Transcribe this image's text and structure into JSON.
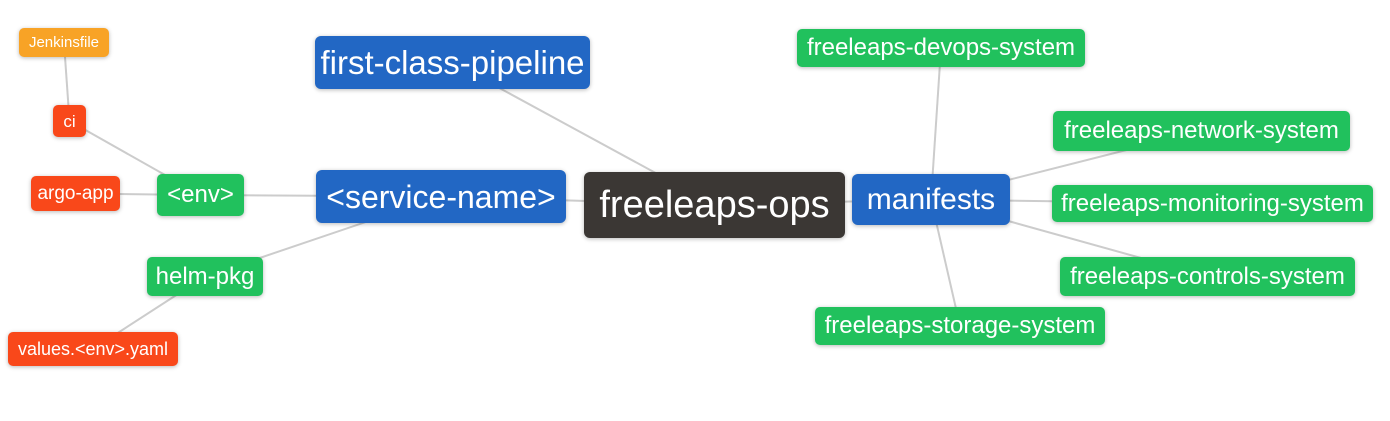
{
  "palette": {
    "blue": "#2267c4",
    "green": "#21c15d",
    "red": "#f9481a",
    "orange": "#f8a326",
    "dark": "#3b3734",
    "edge": "#cccccc",
    "text": "#ffffff",
    "background": "#ffffff"
  },
  "diagram": {
    "title": "freeleaps-ops mind map",
    "nodes": [
      {
        "id": "jenkinsfile",
        "label": "Jenkinsfile",
        "color": "orange"
      },
      {
        "id": "ci",
        "label": "ci",
        "color": "red"
      },
      {
        "id": "argo-app",
        "label": "argo-app",
        "color": "red"
      },
      {
        "id": "env",
        "label": "<env>",
        "color": "green"
      },
      {
        "id": "helm-pkg",
        "label": "helm-pkg",
        "color": "green"
      },
      {
        "id": "values-env-yaml",
        "label": "values.<env>.yaml",
        "color": "red"
      },
      {
        "id": "first-class-pipeline",
        "label": "first-class-pipeline",
        "color": "blue"
      },
      {
        "id": "service-name",
        "label": "<service-name>",
        "color": "blue"
      },
      {
        "id": "freeleaps-ops",
        "label": "freeleaps-ops",
        "color": "dark"
      },
      {
        "id": "manifests",
        "label": "manifests",
        "color": "blue"
      },
      {
        "id": "freeleaps-devops-system",
        "label": "freeleaps-devops-system",
        "color": "green"
      },
      {
        "id": "freeleaps-network-system",
        "label": "freeleaps-network-system",
        "color": "green"
      },
      {
        "id": "freeleaps-monitoring-system",
        "label": "freeleaps-monitoring-system",
        "color": "green"
      },
      {
        "id": "freeleaps-controls-system",
        "label": "freeleaps-controls-system",
        "color": "green"
      },
      {
        "id": "freeleaps-storage-system",
        "label": "freeleaps-storage-system",
        "color": "green"
      }
    ],
    "edges": [
      [
        "jenkinsfile",
        "ci"
      ],
      [
        "ci",
        "env"
      ],
      [
        "argo-app",
        "env"
      ],
      [
        "env",
        "service-name"
      ],
      [
        "helm-pkg",
        "service-name"
      ],
      [
        "values-env-yaml",
        "helm-pkg"
      ],
      [
        "first-class-pipeline",
        "freeleaps-ops"
      ],
      [
        "service-name",
        "freeleaps-ops"
      ],
      [
        "freeleaps-ops",
        "manifests"
      ],
      [
        "manifests",
        "freeleaps-devops-system"
      ],
      [
        "manifests",
        "freeleaps-network-system"
      ],
      [
        "manifests",
        "freeleaps-monitoring-system"
      ],
      [
        "manifests",
        "freeleaps-controls-system"
      ],
      [
        "manifests",
        "freeleaps-storage-system"
      ]
    ]
  }
}
